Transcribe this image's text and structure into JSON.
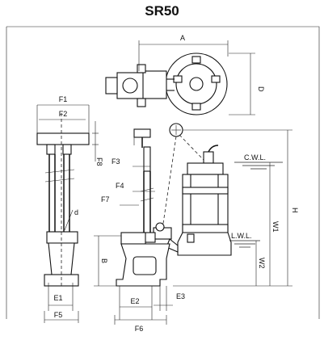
{
  "title": "SR50",
  "labels": {
    "A": "A",
    "D": "D",
    "F1": "F1",
    "F2": "F2",
    "F8": "F8",
    "F3": "F3",
    "F4": "F4",
    "F7": "F7",
    "d": "d",
    "B": "B",
    "H": "H",
    "W1": "W1",
    "W2": "W2",
    "E1": "E1",
    "F5": "F5",
    "E2": "E2",
    "E3": "E3",
    "F6": "F6",
    "CWL": "C.W.L.",
    "LWL": "L.W.L."
  },
  "colors": {
    "line": "#111111",
    "background": "#ffffff"
  }
}
